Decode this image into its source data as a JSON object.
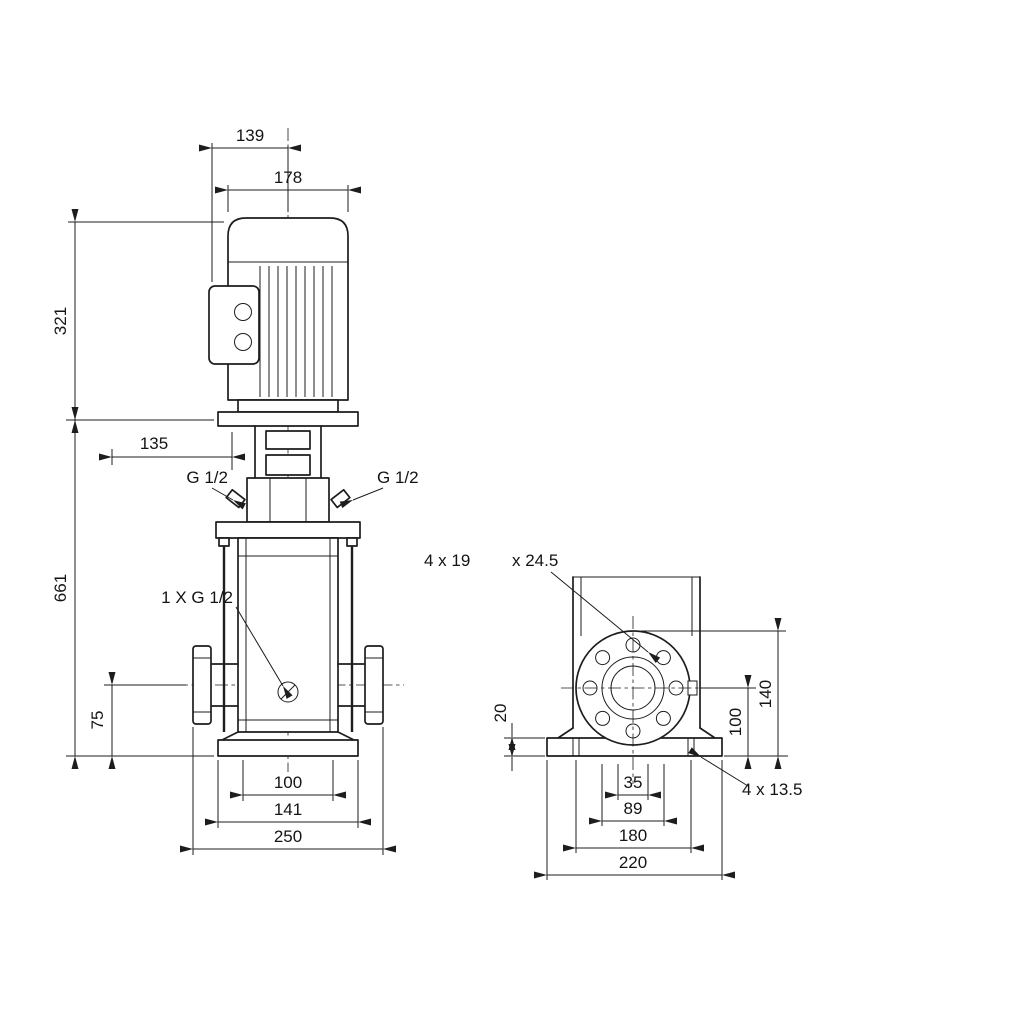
{
  "front": {
    "dim_139": "139",
    "dim_178": "178",
    "dim_321": "321",
    "dim_661": "661",
    "dim_135": "135",
    "dim_75": "75",
    "dim_100": "100",
    "dim_141": "141",
    "dim_250": "250",
    "plug_left": "G 1/2",
    "plug_right": "G 1/2",
    "drain_label": "1 X G 1/2"
  },
  "side": {
    "hole_callout_a": "4 x 19",
    "hole_callout_b": "x 24.5",
    "dim_20": "20",
    "dim_100": "100",
    "dim_140": "140",
    "dim_35": "35",
    "dim_89": "89",
    "dim_180": "180",
    "dim_220": "220",
    "base_hole_callout": "4 x 13.5"
  }
}
